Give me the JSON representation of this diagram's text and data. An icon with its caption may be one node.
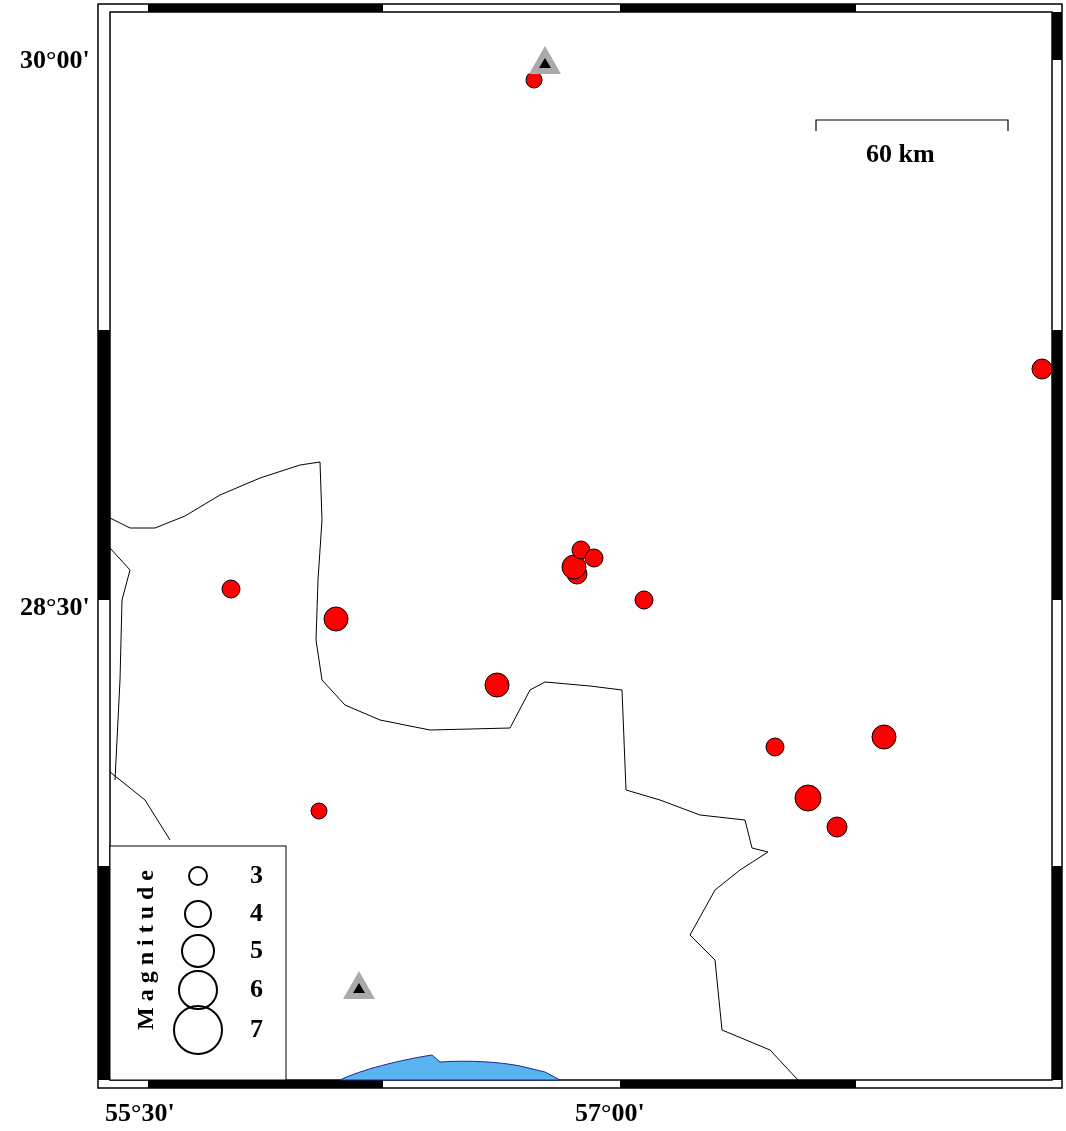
{
  "diagram": {
    "labels": [
      "30°00'",
      "28°30'",
      "55°30'",
      "57°00'",
      "60 km",
      "Magnitude"
    ],
    "legend": [
      {
        "text": "3"
      },
      {
        "text": "4"
      },
      {
        "text": "5"
      },
      {
        "text": "6"
      },
      {
        "text": "7"
      }
    ]
  }
}
